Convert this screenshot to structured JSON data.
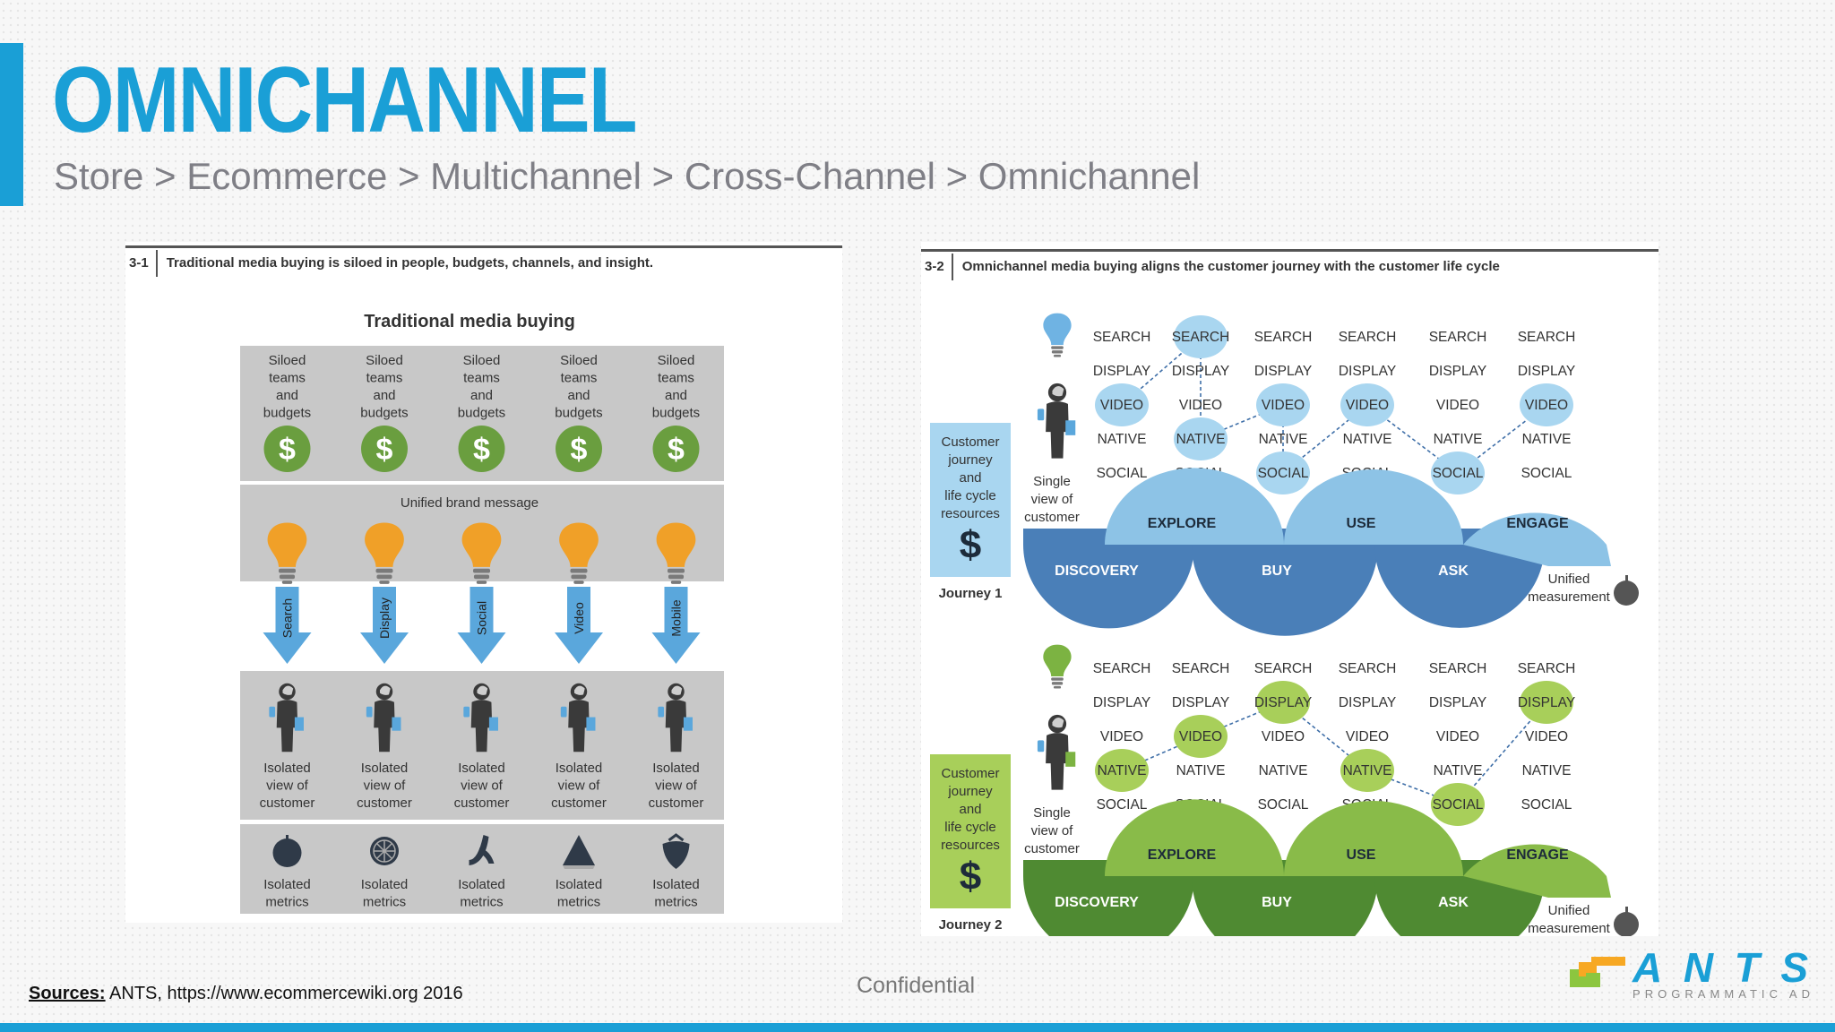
{
  "header": {
    "title": "OMNICHANNEL",
    "breadcrumb": "Store > Ecommerce > Multichannel > Cross-Channel > Omnichannel"
  },
  "figure_left": {
    "number": "3-1",
    "caption": "Traditional media buying is siloed in people, budgets, channels, and insight.",
    "title": "Traditional media buying",
    "siloed_label": [
      "Siloed",
      "teams",
      "and",
      "budgets"
    ],
    "unified_message": "Unified brand message",
    "channels": [
      "Search",
      "Display",
      "Social",
      "Video",
      "Mobile"
    ],
    "isolated_view_label": [
      "Isolated",
      "view of",
      "customer"
    ],
    "isolated_metrics_label": [
      "Isolated",
      "metrics"
    ],
    "metric_icons": [
      "apple-icon",
      "orange-slice-icon",
      "banana-icon",
      "watermelon-icon",
      "strawberry-icon"
    ]
  },
  "figure_right": {
    "number": "3-2",
    "caption": "Omnichannel media buying aligns the customer journey with the customer life cycle",
    "channel_rows": [
      "SEARCH",
      "DISPLAY",
      "VIDEO",
      "NATIVE",
      "SOCIAL"
    ],
    "resources_label": [
      "Customer",
      "journey",
      "and",
      "life cycle",
      "resources"
    ],
    "single_view_label": [
      "Single",
      "view of",
      "customer"
    ],
    "unified_measurement": [
      "Unified",
      "measurement"
    ],
    "stages_top": [
      "EXPLORE",
      "USE",
      "ENGAGE"
    ],
    "stages_bottom": [
      "DISCOVERY",
      "BUY",
      "ASK"
    ],
    "journeys": [
      {
        "label": "Journey 1",
        "color": "#a9d6f0",
        "highlights": [
          [
            0,
            2
          ],
          [
            1,
            0
          ],
          [
            1,
            3
          ],
          [
            2,
            2
          ],
          [
            2,
            4
          ],
          [
            3,
            2
          ],
          [
            4,
            4
          ],
          [
            5,
            2
          ]
        ]
      },
      {
        "label": "Journey 2",
        "color": "#a8cf5a",
        "highlights": [
          [
            0,
            3
          ],
          [
            1,
            2
          ],
          [
            2,
            1
          ],
          [
            3,
            3
          ],
          [
            4,
            4
          ],
          [
            5,
            1
          ]
        ]
      }
    ]
  },
  "footer": {
    "sources_label": "Sources:",
    "sources_text": " ANTS, https://www.ecommercewiki.org 2016",
    "confidential": "Confidential",
    "logo_text": "ANTS",
    "logo_subtext": "PROGRAMMATIC AD"
  },
  "colors": {
    "accent": "#1a9fd6",
    "journey1_dark": "#4a7fb8",
    "journey1_light": "#8dc3e6",
    "journey2_dark": "#4f8a32",
    "journey2_light": "#89bb49",
    "gray_box": "#c8c8c8",
    "dollar_green": "#6a9e3f",
    "bulb_orange": "#f0a028"
  }
}
